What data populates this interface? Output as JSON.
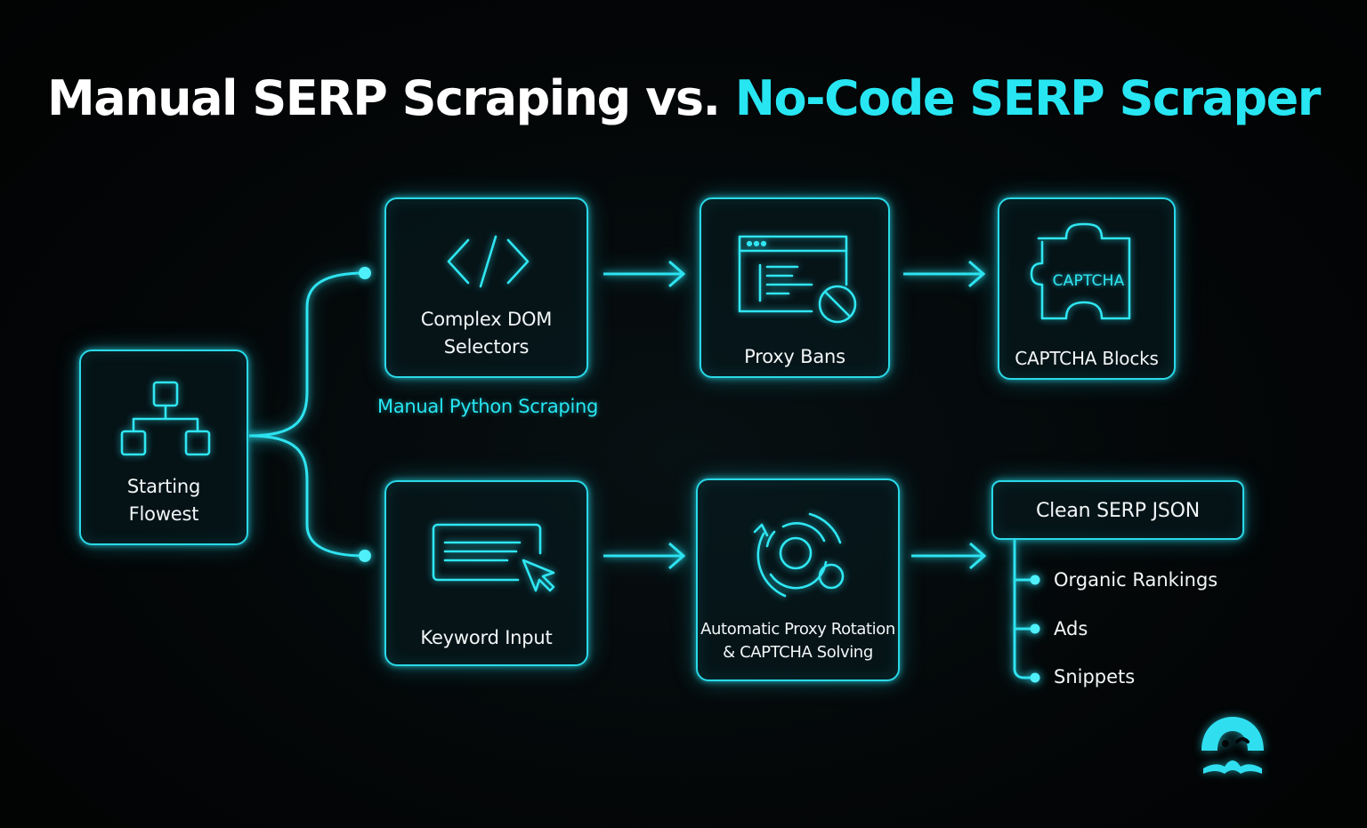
{
  "title": {
    "part1": "Manual SERP Scraping vs. ",
    "part2": "No-Code SERP Scraper"
  },
  "colors": {
    "background": "#030607",
    "accent": "#27e6f2",
    "text": "#ffffff"
  },
  "start_node": {
    "label_line1": "Starting",
    "label_line2": "Flowest",
    "icon": "hierarchy-icon"
  },
  "manual_path": {
    "caption": "Manual Python Scraping",
    "steps": [
      {
        "label_line1": "Complex DOM",
        "label_line2": "Selectors",
        "icon": "code-brackets-icon"
      },
      {
        "label": "Proxy Bans",
        "icon": "browser-blocked-icon"
      },
      {
        "label": "CAPTCHA Blocks",
        "icon": "puzzle-piece-icon",
        "icon_text": "CAPTCHA"
      }
    ]
  },
  "nocode_path": {
    "steps": [
      {
        "label": "Keyword Input",
        "icon": "input-cursor-icon"
      },
      {
        "label_line1": "Automatic Proxy Rotation",
        "label_line2": "& CAPTCHA Solving",
        "icon": "rotation-icon"
      }
    ],
    "output": {
      "title": "Clean SERP JSON",
      "items": [
        "Organic Rankings",
        "Ads",
        "Snippets"
      ]
    }
  },
  "logo": {
    "icon": "mascot-logo-icon"
  }
}
